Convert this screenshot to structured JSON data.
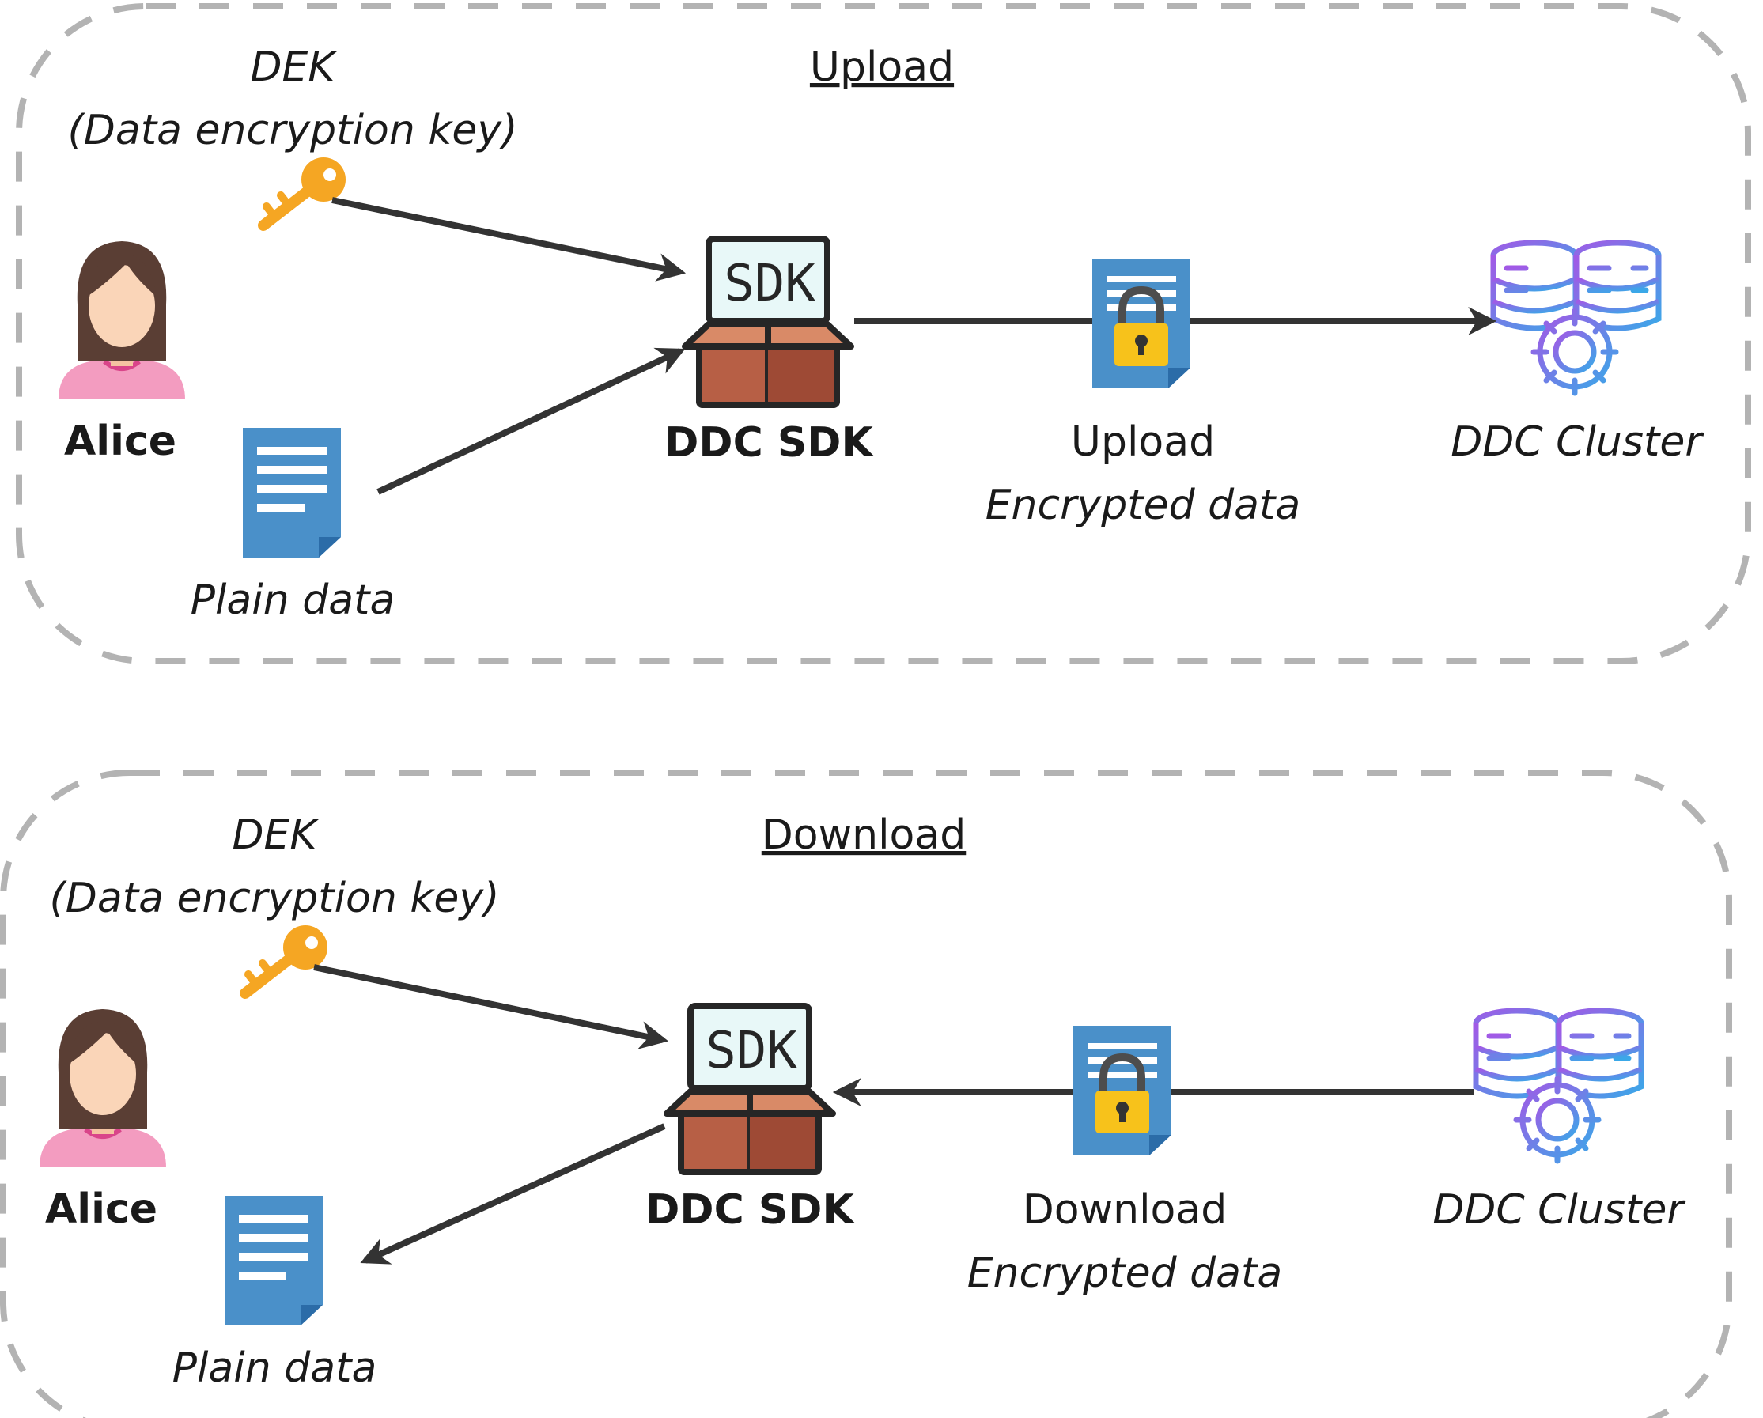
{
  "upload": {
    "title": "Upload",
    "dek_line1": "DEK",
    "dek_line2": "(Data encryption key)",
    "user": "Alice",
    "plain": "Plain data",
    "sdk_badge": "SDK",
    "sdk_name": "DDC SDK",
    "transfer_line1": "Upload",
    "transfer_line2": "Encrypted data",
    "cluster": "DDC Cluster"
  },
  "download": {
    "title": "Download",
    "dek_line1": "DEK",
    "dek_line2": "(Data encryption key)",
    "user": "Alice",
    "plain": "Plain data",
    "sdk_badge": "SDK",
    "sdk_name": "DDC SDK",
    "transfer_line1": "Download",
    "transfer_line2": "Encrypted data",
    "cluster": "DDC Cluster"
  },
  "colors": {
    "border": "#b3b3b3",
    "arrow": "#333333",
    "doc": "#4a90c9",
    "key": "#f5a623",
    "lock": "#f7c21b",
    "box": "#b75f45",
    "skin": "#fad5b8",
    "hair": "#5a3e34",
    "shirt": "#f39cc0"
  }
}
